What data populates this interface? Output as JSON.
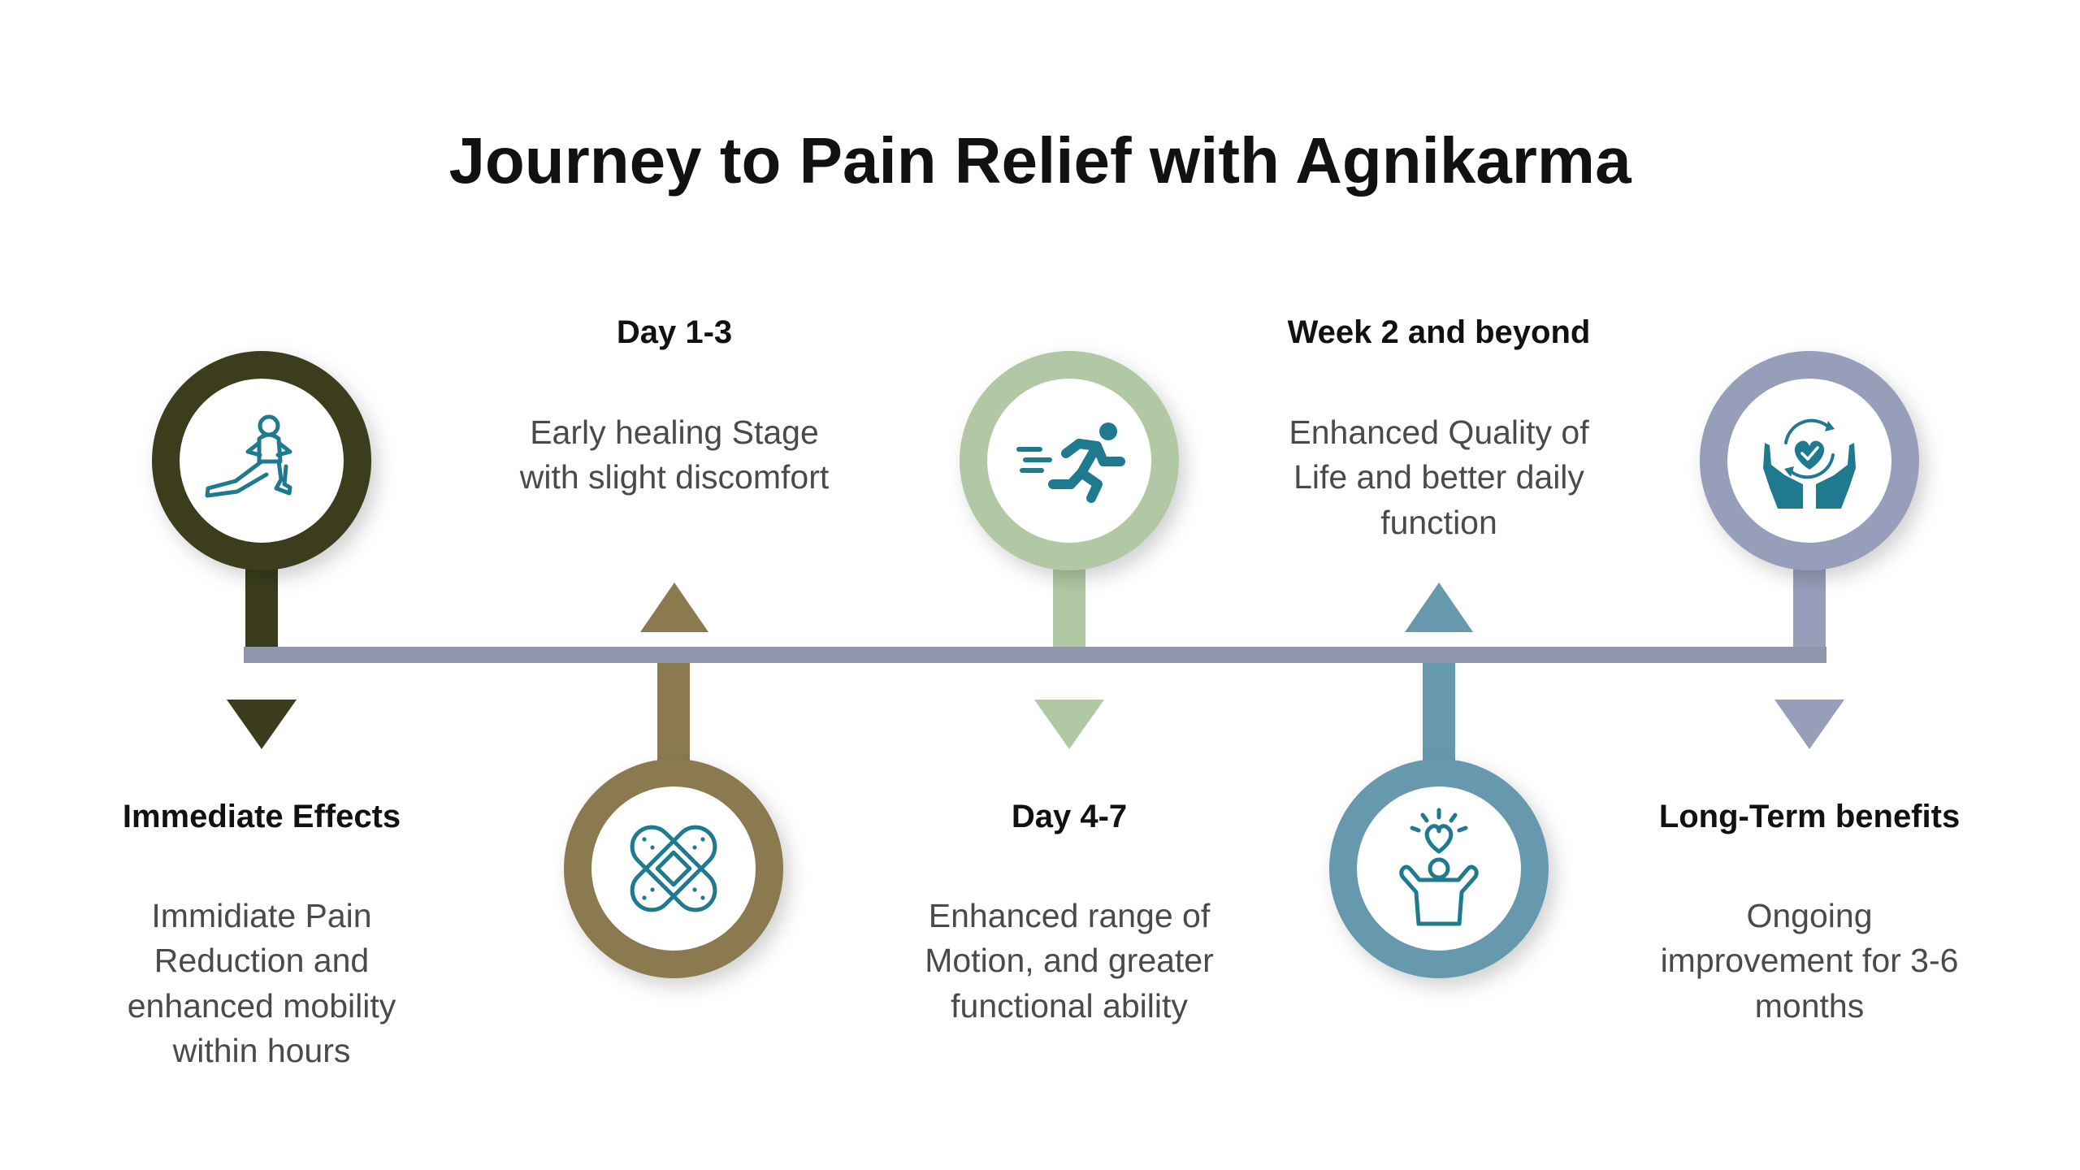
{
  "title": "Journey to Pain Relief with Agnikarma",
  "colors": {
    "timeline": "#9196ac",
    "stage1": "#3a3c1c",
    "stage2": "#8b7a4f",
    "stage3": "#b0c8a4",
    "stage4": "#6699ad",
    "stage5": "#979eba",
    "icon": "#1f7a90"
  },
  "stages": [
    {
      "title": "Immediate Effects",
      "description": "Immidiate Pain Reduction and enhanced mobility within hours",
      "icon": "stretching-person-icon"
    },
    {
      "title": "Day 1-3",
      "description": "Early healing Stage with slight discomfort",
      "icon": "bandage-icon"
    },
    {
      "title": "Day 4-7",
      "description": "Enhanced range of Motion, and greater functional ability",
      "icon": "running-person-icon"
    },
    {
      "title": "Week 2 and beyond",
      "description": "Enhanced Quality of Life and better daily function",
      "icon": "happy-person-heart-icon"
    },
    {
      "title": "Long-Term benefits",
      "description": "Ongoing improvement for 3-6 months",
      "icon": "hands-heart-icon"
    }
  ]
}
